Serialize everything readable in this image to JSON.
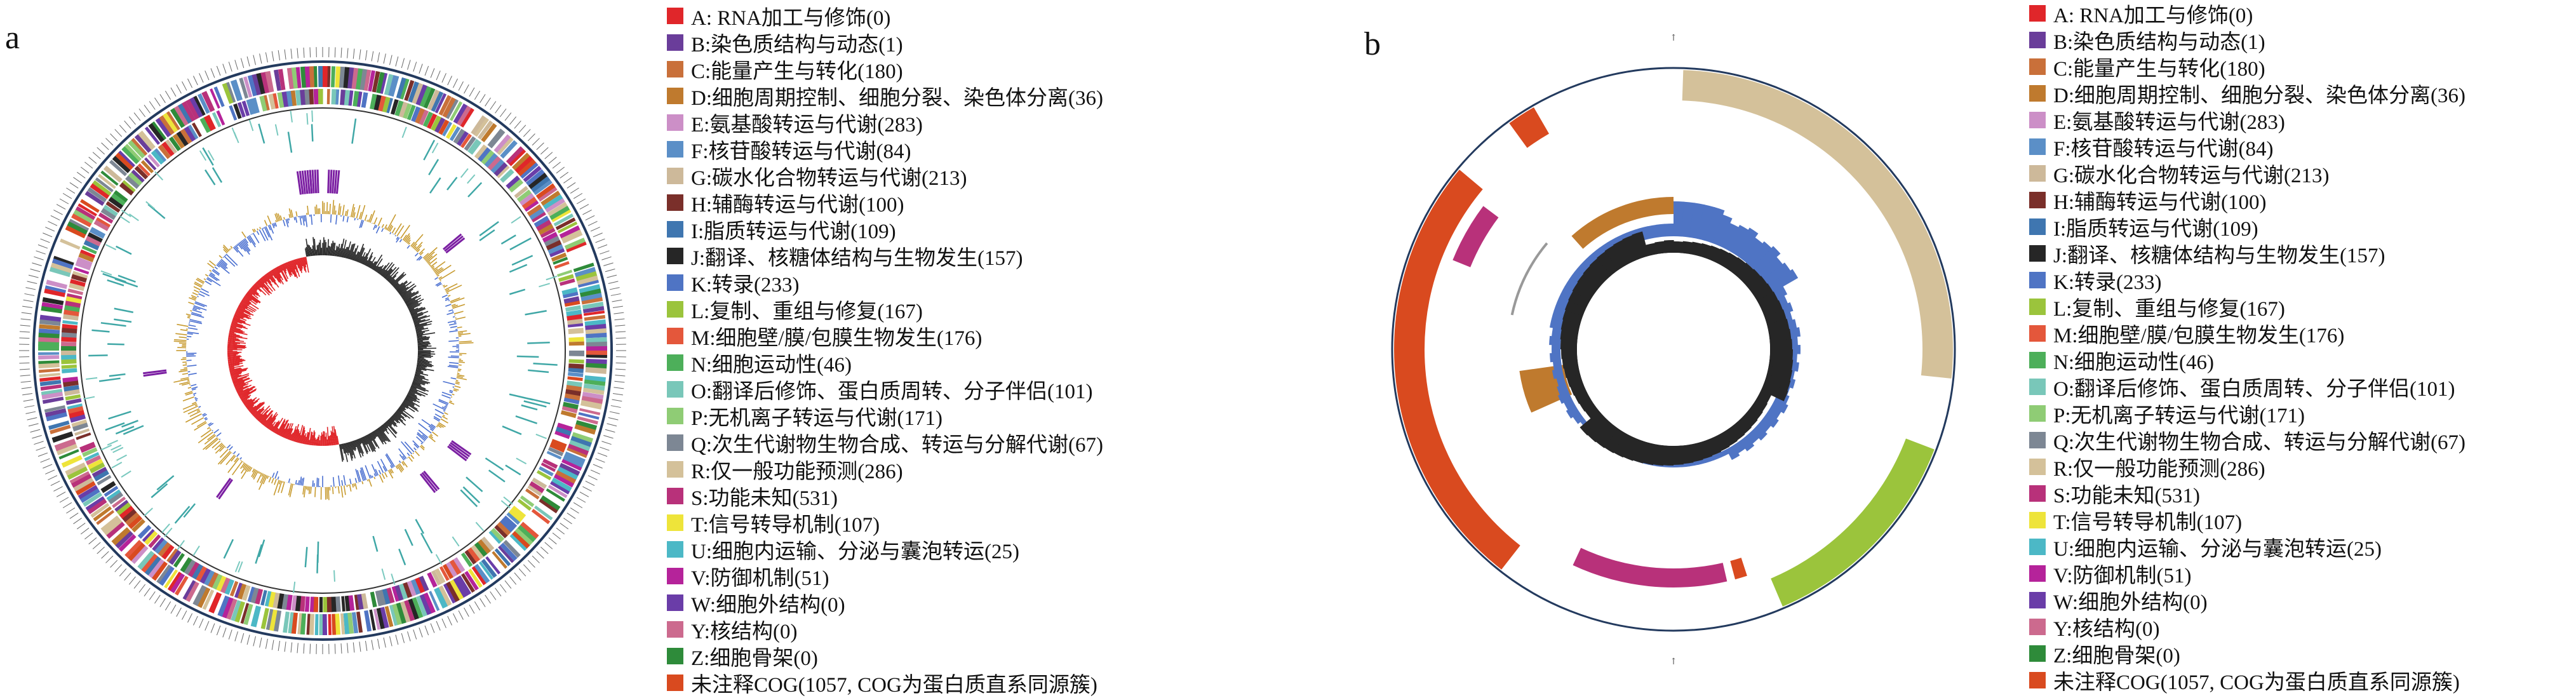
{
  "panels": [
    {
      "label": "a"
    },
    {
      "label": "b"
    }
  ],
  "legend": [
    {
      "text": "A: RNA加工与修饰(0)",
      "color": "#e0262a"
    },
    {
      "text": "B:染色质结构与动态(1)",
      "color": "#6a3d9a"
    },
    {
      "text": "C:能量产生与转化(180)",
      "color": "#c9703a"
    },
    {
      "text": "D:细胞周期控制、细胞分裂、染色体分离(36)",
      "color": "#bf7a2e"
    },
    {
      "text": "E:氨基酸转运与代谢(283)",
      "color": "#cc8fc7"
    },
    {
      "text": "F:核苷酸转运与代谢(84)",
      "color": "#5b8fc7"
    },
    {
      "text": "G:碳水化合物转运与代谢(213)",
      "color": "#cdb99a"
    },
    {
      "text": "H:辅酶转运与代谢(100)",
      "color": "#7a2f2a"
    },
    {
      "text": "I:脂质转运与代谢(109)",
      "color": "#3f76b0"
    },
    {
      "text": "J:翻译、核糖体结构与生物发生(157)",
      "color": "#262626"
    },
    {
      "text": "K:转录(233)",
      "color": "#4f74c4"
    },
    {
      "text": "L:复制、重组与修复(167)",
      "color": "#9bc43c"
    },
    {
      "text": "M:细胞壁/膜/包膜生物发生(176)",
      "color": "#e4573b"
    },
    {
      "text": "N:细胞运动性(46)",
      "color": "#4daf5a"
    },
    {
      "text": "O:翻译后修饰、蛋白质周转、分子伴侣(101)",
      "color": "#79c7b9"
    },
    {
      "text": "P:无机离子转运与代谢(171)",
      "color": "#8fcc75"
    },
    {
      "text": "Q:次生代谢物生物合成、转运与分解代谢(67)",
      "color": "#7d8794"
    },
    {
      "text": "R:仅一般功能预测(286)",
      "color": "#d4c19a"
    },
    {
      "text": "S:功能未知(531)",
      "color": "#b8317a"
    },
    {
      "text": "T:信号转导机制(107)",
      "color": "#eee43a"
    },
    {
      "text": "U:细胞内运输、分泌与囊泡转运(25)",
      "color": "#4cb8c6"
    },
    {
      "text": "V:防御机制(51)",
      "color": "#b5239a"
    },
    {
      "text": "W:细胞外结构(0)",
      "color": "#6a3da8"
    },
    {
      "text": "Y:核结构(0)",
      "color": "#cc6a8e"
    },
    {
      "text": "Z:细胞骨架(0)",
      "color": "#2e8b3a"
    },
    {
      "text": "未注释COG(1057, COG为蛋白质直系同源簇)",
      "color": "#d94a1f"
    }
  ],
  "panel_b_markers": {
    "top": "↑",
    "bottom": "↑"
  }
}
